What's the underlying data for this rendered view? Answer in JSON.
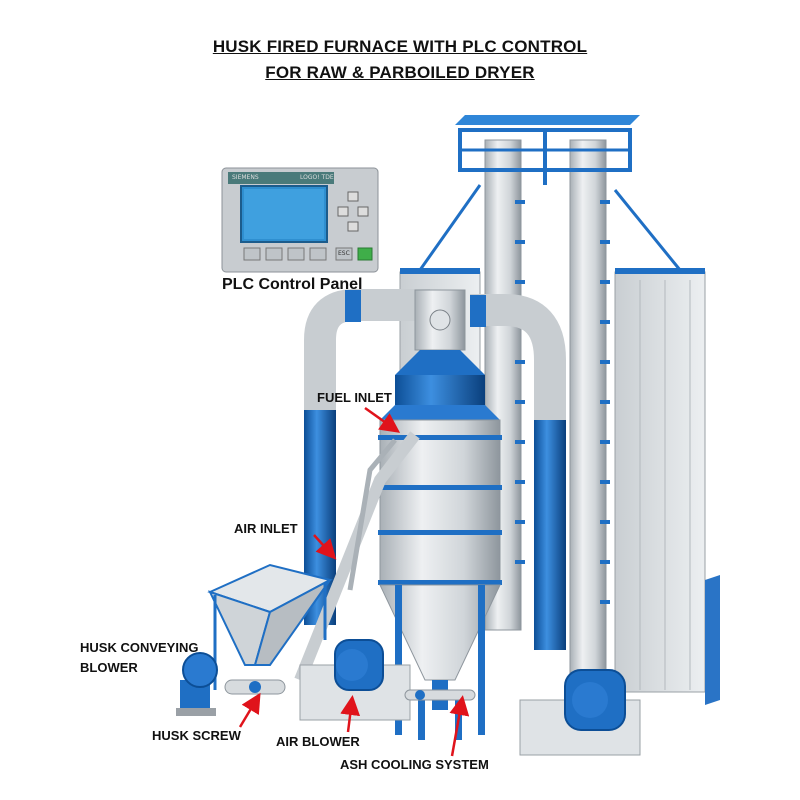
{
  "title": {
    "line1": "HUSK FIRED FURNACE WITH PLC CONTROL",
    "line2": "FOR RAW & PARBOILED DRYER"
  },
  "plc": {
    "label": "PLC Control Panel",
    "brand": "SIEMENS",
    "model": "LOGO! TDE",
    "esc": "ESC"
  },
  "callouts": {
    "fuel_inlet": "FUEL INLET",
    "air_inlet": "AIR INLET",
    "husk_conveying_blower_1": "HUSK CONVEYING",
    "husk_conveying_blower_2": "BLOWER",
    "husk_screw": "HUSK SCREW",
    "air_blower": "AIR BLOWER",
    "ash_cooling_system": "ASH COOLING SYSTEM"
  },
  "colors": {
    "structure_blue": "#1f6fc4",
    "structure_grey": "#d9dde0",
    "arrow_red": "#e0131b"
  }
}
